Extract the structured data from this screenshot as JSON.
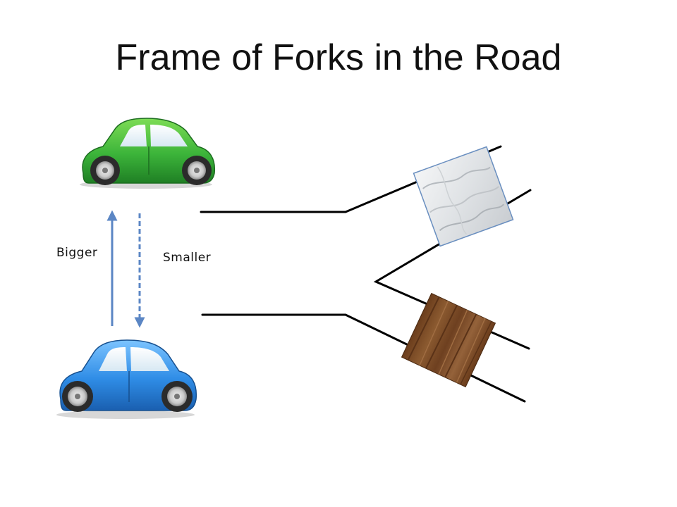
{
  "slide": {
    "title": "Frame of Forks in the Road"
  },
  "arrows": {
    "up_label": "Bigger",
    "down_label": "Smaller"
  },
  "colors": {
    "green_car": "#3cb43a",
    "blue_car": "#2f8de6",
    "arrow": "#5b86c4",
    "road": "#000000",
    "marble_tile": "#e6e8ea",
    "wood_tile": "#7a4a26"
  },
  "icons": {
    "top_car": "green-car-icon",
    "bottom_car": "blue-car-icon",
    "upper_block": "marble-block-icon",
    "lower_block": "wood-block-icon"
  }
}
